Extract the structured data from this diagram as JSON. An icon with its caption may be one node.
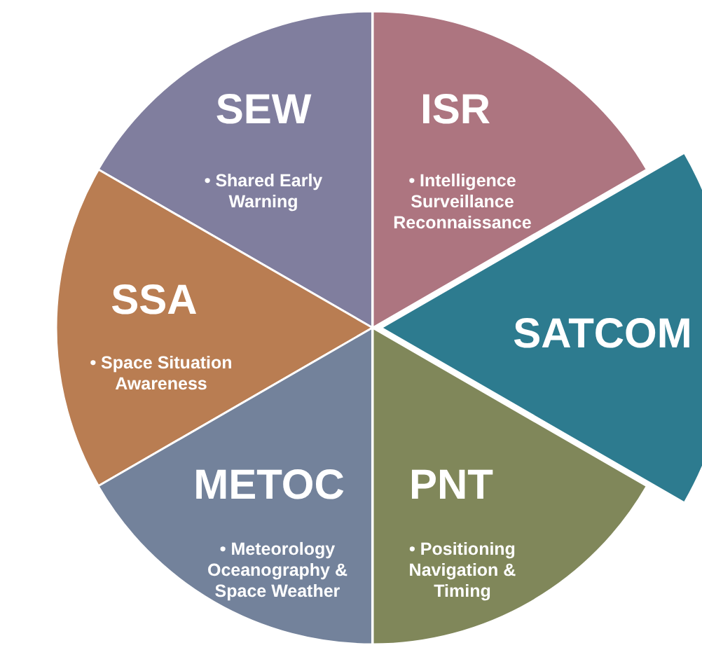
{
  "diagram": {
    "nodes": [
      {
        "text": [
          "SEW",
          "• Shared Early Warning"
        ]
      },
      {
        "text": [
          "ISR",
          "• Intelligence Surveillance Reconnaissance"
        ]
      },
      {
        "text": [
          "SSA",
          "• Space Situation Awareness"
        ]
      },
      {
        "text": [
          "SATCOM"
        ]
      },
      {
        "text": [
          "METOC",
          "• Meteorology Oceanography & Space Weather"
        ]
      },
      {
        "text": [
          "PNT",
          "• Positioning Navigation & Timing"
        ]
      }
    ]
  }
}
